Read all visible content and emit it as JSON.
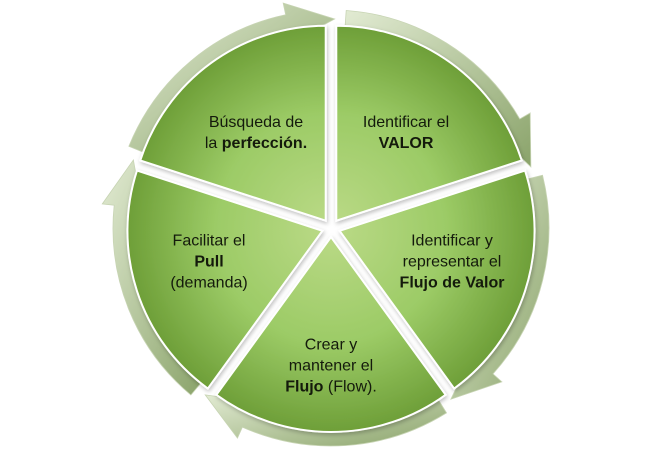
{
  "diagram": {
    "title": "",
    "colors": {
      "segment_light": "#b9d985",
      "segment_mid": "#8fc15a",
      "segment_dark": "#6e9f38",
      "arrow_light": "#e2ebd3",
      "arrow_dark": "#8aa36a",
      "text": "#141a0c"
    },
    "segments": [
      {
        "id": "identificar-valor",
        "lines": [
          [
            {
              "t": "Identificar el",
              "b": false
            }
          ],
          [
            {
              "t": "VALOR",
              "b": true
            }
          ]
        ]
      },
      {
        "id": "flujo-de-valor",
        "lines": [
          [
            {
              "t": "Identificar y",
              "b": false
            }
          ],
          [
            {
              "t": "representar el",
              "b": false
            }
          ],
          [
            {
              "t": "Flujo de Valor",
              "b": true
            }
          ]
        ]
      },
      {
        "id": "crear-flujo",
        "lines": [
          [
            {
              "t": "Crear y",
              "b": false
            }
          ],
          [
            {
              "t": "mantener el",
              "b": false
            }
          ],
          [
            {
              "t": "Flujo",
              "b": true
            },
            {
              "t": " (Flow).",
              "b": false
            }
          ]
        ]
      },
      {
        "id": "facilitar-pull",
        "lines": [
          [
            {
              "t": "Facilitar el",
              "b": false
            }
          ],
          [
            {
              "t": "Pull",
              "b": true
            }
          ],
          [
            {
              "t": "(demanda)",
              "b": false
            }
          ]
        ]
      },
      {
        "id": "busqueda-perfeccion",
        "lines": [
          [
            {
              "t": "Búsqueda de",
              "b": false
            }
          ],
          [
            {
              "t": "la ",
              "b": false
            },
            {
              "t": "perfección.",
              "b": true
            }
          ]
        ]
      }
    ]
  }
}
